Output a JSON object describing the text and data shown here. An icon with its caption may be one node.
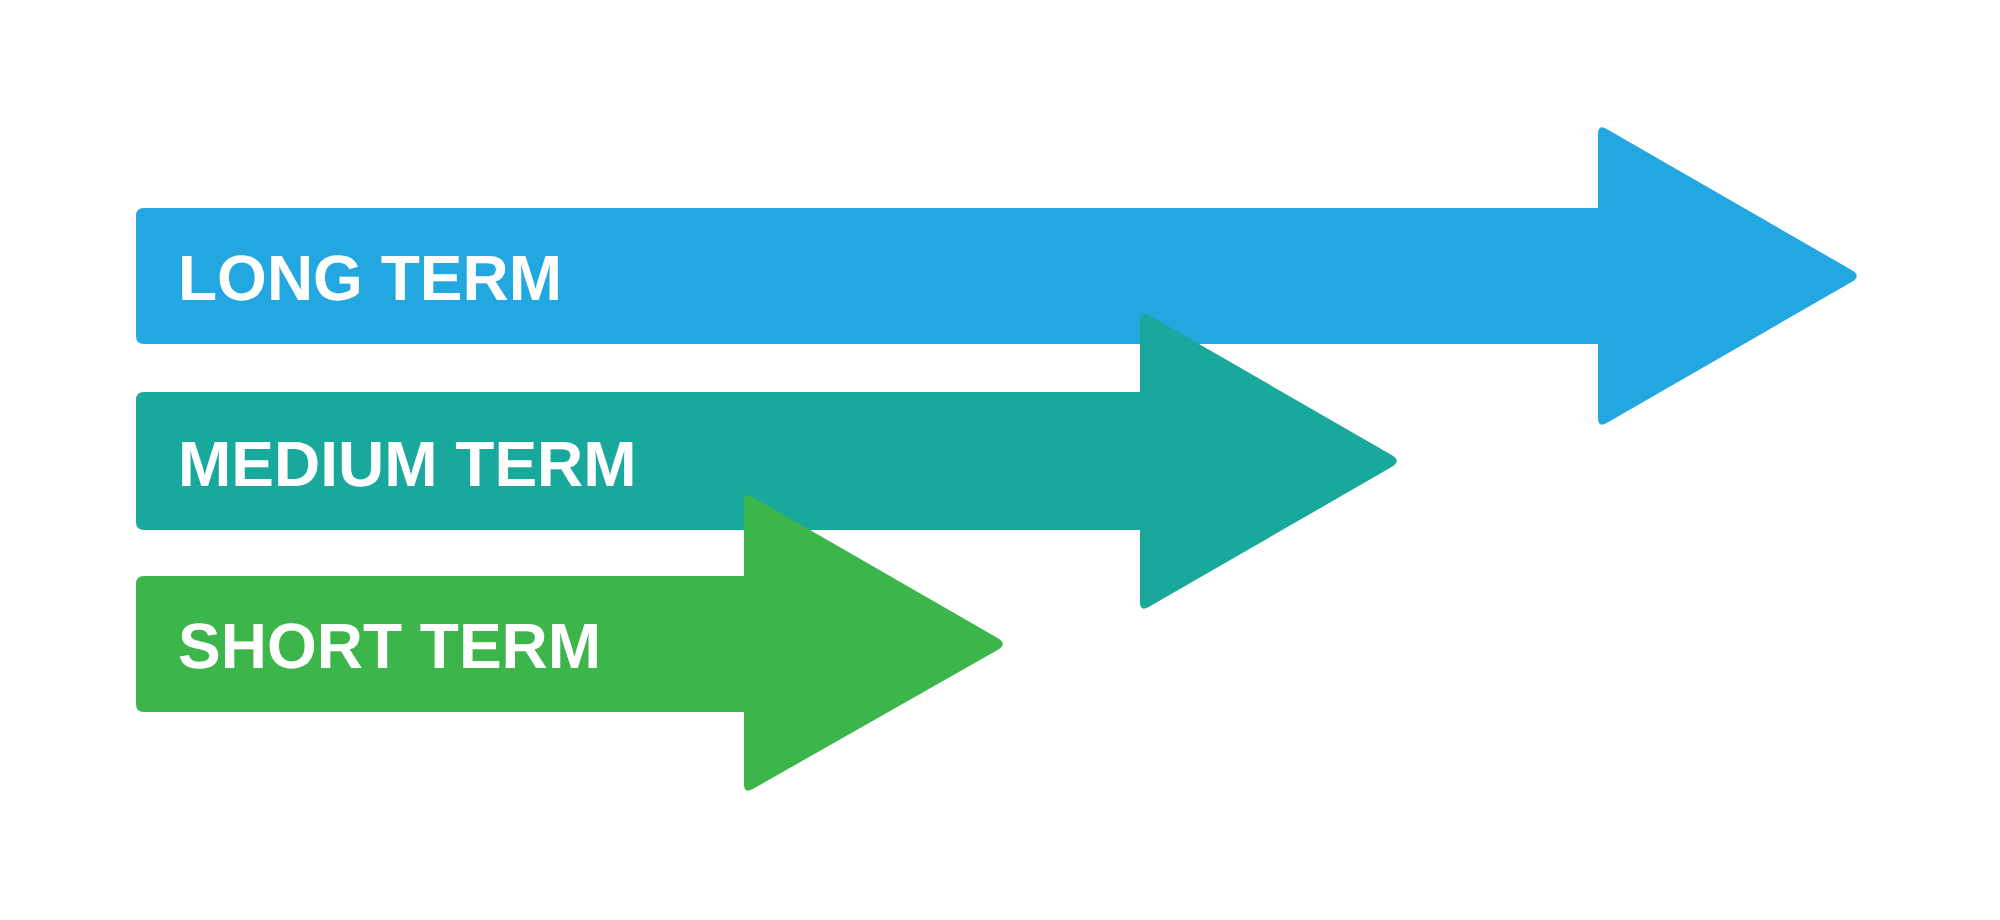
{
  "diagram": {
    "nodes": [
      {
        "text": [
          "LONG TERM"
        ]
      },
      {
        "text": [
          "MEDIUM TERM"
        ]
      },
      {
        "text": [
          "SHORT TERM"
        ]
      }
    ]
  }
}
